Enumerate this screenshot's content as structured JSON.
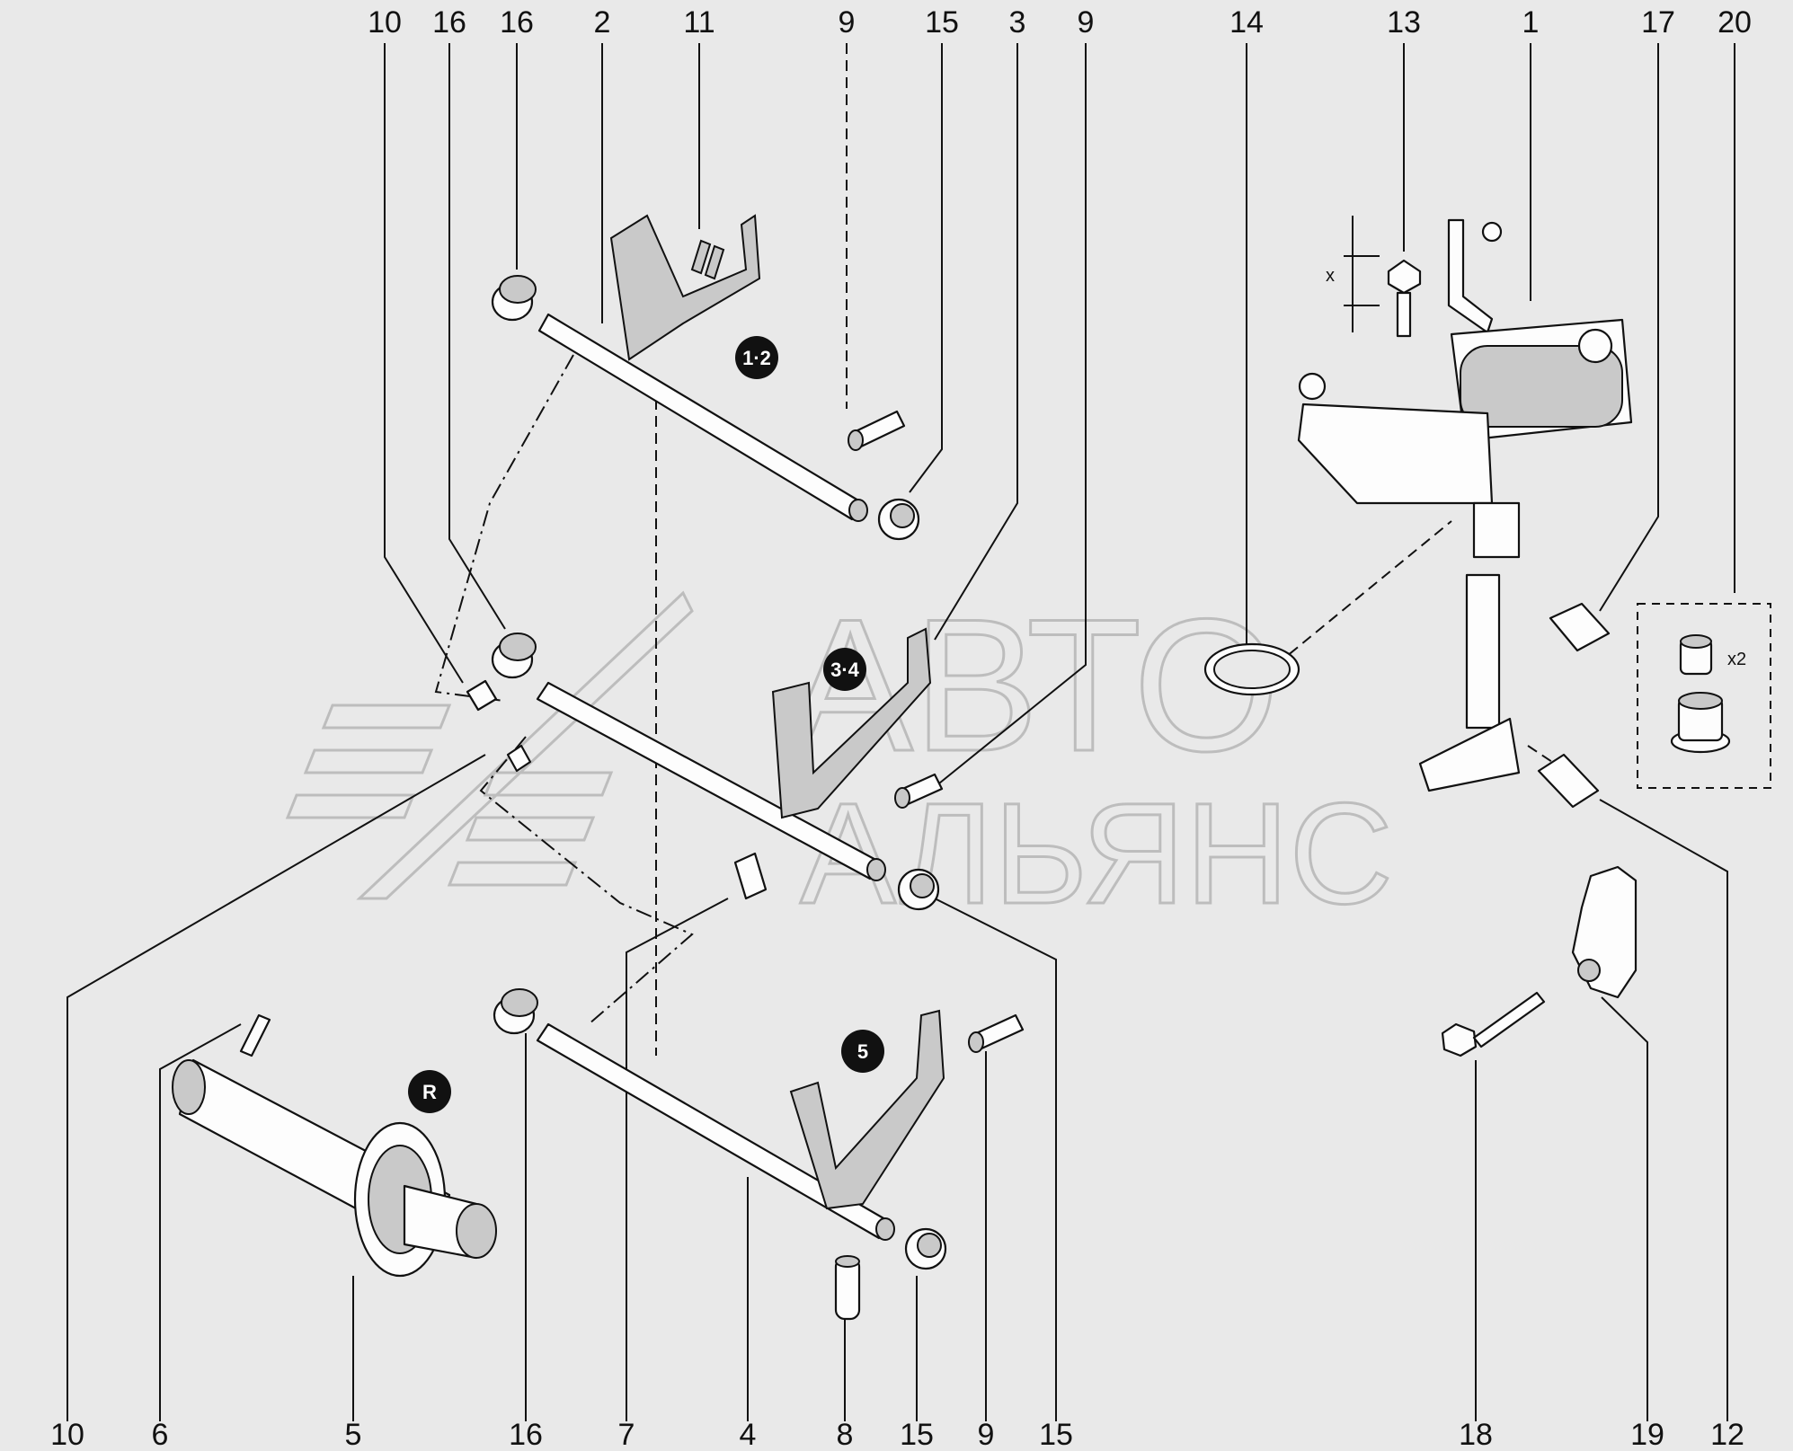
{
  "diagram": {
    "callouts_top": [
      "10",
      "16",
      "16",
      "2",
      "11",
      "9",
      "15",
      "3",
      "9",
      "14",
      "13",
      "1",
      "17",
      "20"
    ],
    "callouts_bottom": [
      "10",
      "6",
      "5",
      "16",
      "7",
      "4",
      "8",
      "15",
      "9",
      "15",
      "18",
      "19",
      "12"
    ],
    "badges": [
      "1·2",
      "3·4",
      "5",
      "R"
    ],
    "dimension_label": "x",
    "multiplier_label": "x2",
    "watermark": [
      "АВТО",
      "АЛЬЯНС"
    ]
  }
}
